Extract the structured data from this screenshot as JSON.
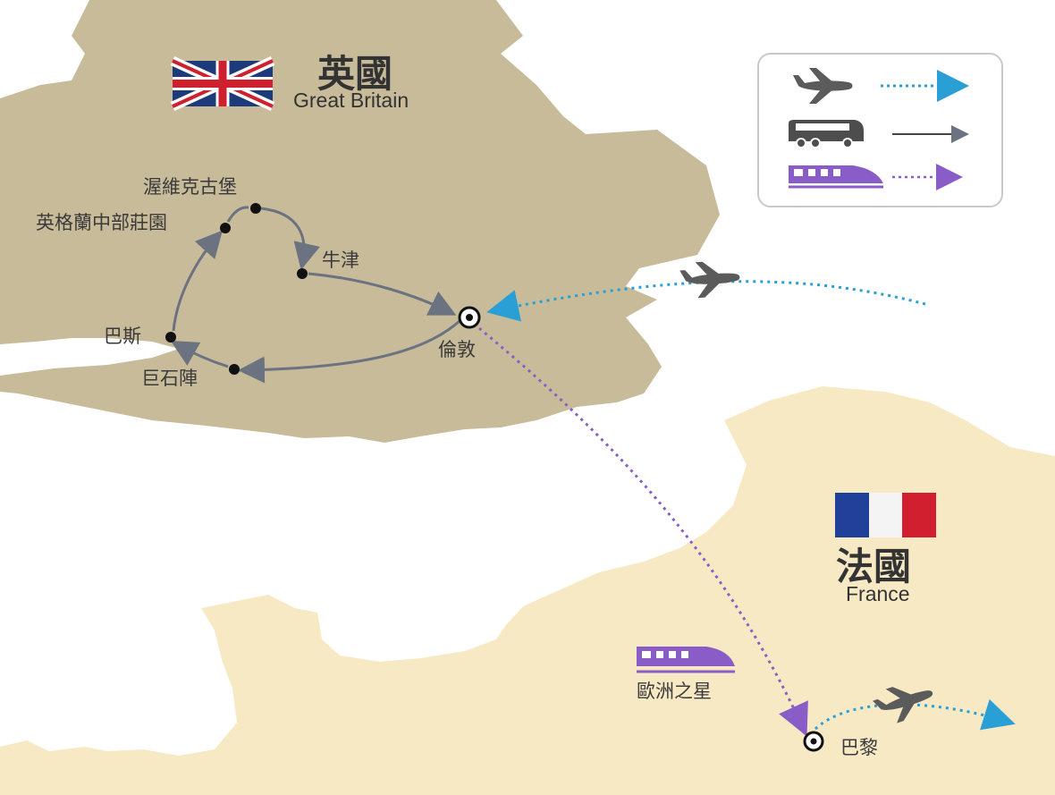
{
  "countries": {
    "uk": {
      "name_zh": "英國",
      "name_en": "Great Britain",
      "flag": "union-jack"
    },
    "fr": {
      "name_zh": "法國",
      "name_en": "France",
      "flag": "tricolore"
    }
  },
  "cities": {
    "warwick": "渥維克古堡",
    "cotswolds": "英格蘭中部莊園",
    "oxford": "牛津",
    "bath": "巴斯",
    "stonehenge": "巨石陣",
    "london": "倫敦",
    "paris": "巴黎"
  },
  "train_label": "歐洲之星",
  "legend": [
    {
      "icon": "airplane-icon",
      "line": "dotted",
      "color": "#2a9fd6"
    },
    {
      "icon": "bus-icon",
      "line": "solid",
      "color": "#444444"
    },
    {
      "icon": "train-icon",
      "line": "dotted",
      "color": "#8a5cc7"
    }
  ],
  "colors": {
    "uk_land": "#c8bb9a",
    "fr_land": "#f7e9c4",
    "sea": "#ffffff",
    "flight": "#2a9fd6",
    "bus": "#6b7280",
    "train": "#8a5cc7"
  }
}
